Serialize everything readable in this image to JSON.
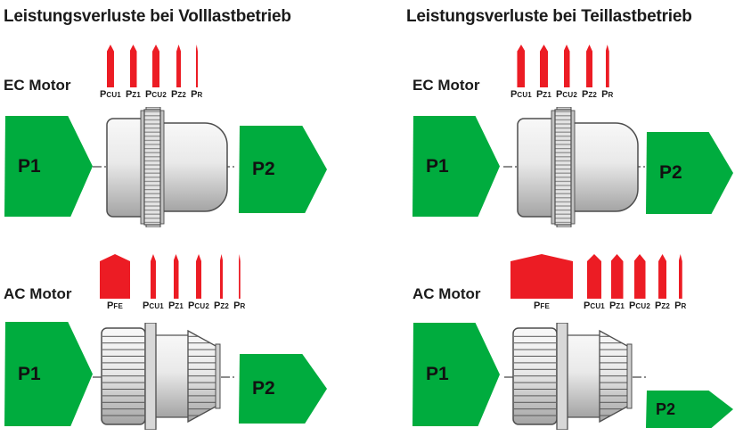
{
  "page": {
    "title_full_load": "Leistungsverluste bei Volllastbetrieb",
    "title_part_load": "Leistungsverluste bei Teillastbetrieb"
  },
  "colors": {
    "flow_green": "#00AC3E",
    "loss_red": "#EC1C24",
    "text": "#1A1A1A"
  },
  "quadrants": {
    "ec_full": {
      "motor_label": "EC Motor",
      "input": {
        "label": "P1"
      },
      "output": {
        "label": "P2"
      },
      "losses": [
        {
          "main": "P",
          "sub": "CU1",
          "width": 8,
          "height": 48
        },
        {
          "main": "P",
          "sub": "Z1",
          "width": 8,
          "height": 48
        },
        {
          "main": "P",
          "sub": "CU2",
          "width": 8,
          "height": 48
        },
        {
          "main": "P",
          "sub": "Z2",
          "width": 5,
          "height": 48
        },
        {
          "main": "P",
          "sub": "R",
          "width": 2.5,
          "height": 48
        }
      ]
    },
    "ec_part": {
      "motor_label": "EC Motor",
      "input": {
        "label": "P1"
      },
      "output": {
        "label": "P2"
      },
      "losses": [
        {
          "main": "P",
          "sub": "CU1",
          "width": 9,
          "height": 48
        },
        {
          "main": "P",
          "sub": "Z1",
          "width": 9,
          "height": 48
        },
        {
          "main": "P",
          "sub": "CU2",
          "width": 7,
          "height": 48
        },
        {
          "main": "P",
          "sub": "Z2",
          "width": 7,
          "height": 48
        },
        {
          "main": "P",
          "sub": "R",
          "width": 4,
          "height": 48
        }
      ]
    },
    "ac_full": {
      "motor_label": "AC Motor",
      "input": {
        "label": "P1"
      },
      "output": {
        "label": "P2"
      },
      "losses": [
        {
          "main": "P",
          "sub": "FE",
          "width": 34,
          "height": 50,
          "gap_after": 9
        },
        {
          "main": "P",
          "sub": "CU1",
          "width": 6,
          "height": 50
        },
        {
          "main": "P",
          "sub": "Z1",
          "width": 6,
          "height": 50
        },
        {
          "main": "P",
          "sub": "CU2",
          "width": 6,
          "height": 50
        },
        {
          "main": "P",
          "sub": "Z2",
          "width": 3.5,
          "height": 50
        },
        {
          "main": "P",
          "sub": "R",
          "width": 2,
          "height": 50
        }
      ]
    },
    "ac_part": {
      "motor_label": "AC Motor",
      "input": {
        "label": "P1"
      },
      "output": {
        "label": "P2"
      },
      "losses": [
        {
          "main": "P",
          "sub": "FE",
          "width": 70,
          "height": 50,
          "gap_after": 7
        },
        {
          "main": "P",
          "sub": "CU1",
          "width": 16,
          "height": 50
        },
        {
          "main": "P",
          "sub": "Z1",
          "width": 14,
          "height": 50
        },
        {
          "main": "P",
          "sub": "CU2",
          "width": 13,
          "height": 50
        },
        {
          "main": "P",
          "sub": "Z2",
          "width": 9,
          "height": 50
        },
        {
          "main": "P",
          "sub": "R",
          "width": 4,
          "height": 50
        }
      ]
    }
  }
}
